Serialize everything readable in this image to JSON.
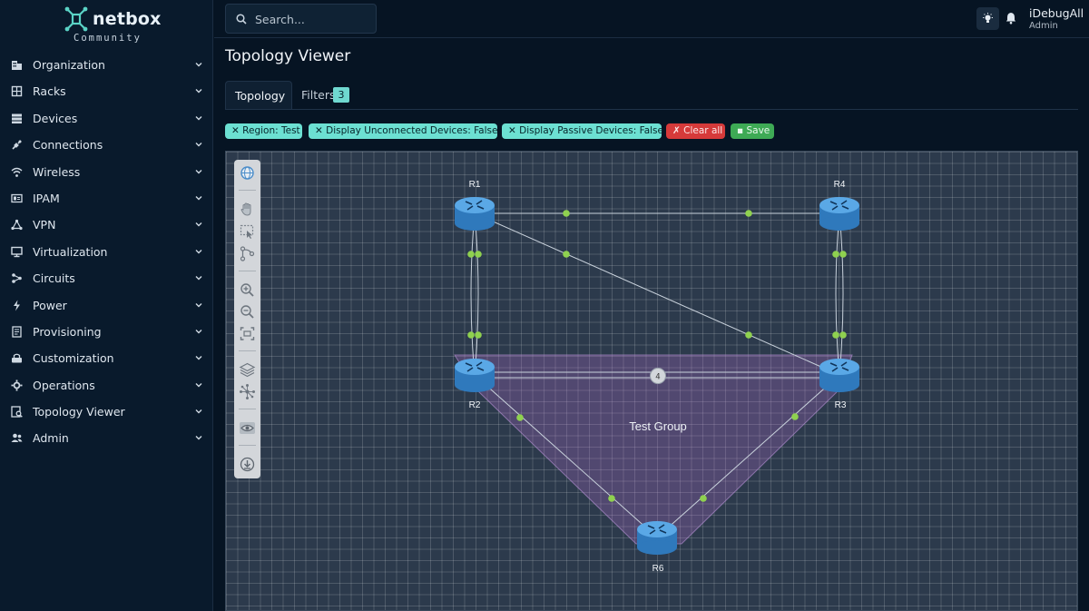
{
  "brand": {
    "name": "netbox",
    "edition": "Community"
  },
  "sidebar": {
    "items": [
      {
        "label": "Organization",
        "icon": "building-icon"
      },
      {
        "label": "Racks",
        "icon": "rack-icon"
      },
      {
        "label": "Devices",
        "icon": "server-icon"
      },
      {
        "label": "Connections",
        "icon": "connection-icon"
      },
      {
        "label": "Wireless",
        "icon": "wifi-icon"
      },
      {
        "label": "IPAM",
        "icon": "ip-icon"
      },
      {
        "label": "VPN",
        "icon": "vpn-icon"
      },
      {
        "label": "Virtualization",
        "icon": "monitor-icon"
      },
      {
        "label": "Circuits",
        "icon": "circuit-icon"
      },
      {
        "label": "Power",
        "icon": "power-icon"
      },
      {
        "label": "Provisioning",
        "icon": "provisioning-icon"
      },
      {
        "label": "Customization",
        "icon": "customization-icon"
      },
      {
        "label": "Operations",
        "icon": "operations-icon"
      },
      {
        "label": "Topology Viewer",
        "icon": "topology-icon"
      },
      {
        "label": "Admin",
        "icon": "admin-icon"
      }
    ]
  },
  "search": {
    "placeholder": "Search..."
  },
  "user": {
    "name": "iDebugAll",
    "role": "Admin"
  },
  "page": {
    "title": "Topology Viewer"
  },
  "tabs": {
    "topology": "Topology",
    "filters": "Filters",
    "filters_count": "3"
  },
  "filters": {
    "chips": [
      "Region: Test",
      "Display Unconnected Devices: False",
      "Display Passive Devices: False"
    ],
    "clear_label": "Clear all",
    "save_label": "Save"
  },
  "topology": {
    "group_label": "Test Group",
    "nodes": [
      "R1",
      "R4",
      "R2",
      "R3",
      "R6"
    ],
    "bundle_count": "4"
  },
  "colors": {
    "accent": "#6ce0d2",
    "node": "#3d8fd6",
    "link_dot": "#8fd14f",
    "danger": "#d63a3a",
    "success": "#3eaa55"
  }
}
